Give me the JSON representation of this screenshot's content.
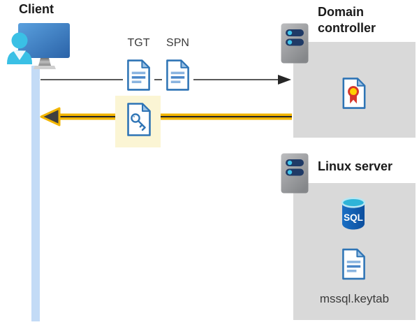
{
  "client": {
    "label": "Client"
  },
  "flow": {
    "tgt_label": "TGT",
    "spn_label": "SPN"
  },
  "domain_controller": {
    "label": "Domain controller"
  },
  "linux_server": {
    "label": "Linux server",
    "sql_icon_label": "SQL",
    "keytab_file_label": "mssql.keytab"
  },
  "colors": {
    "arrow_gray": "#595959",
    "arrowhead_dark": "#262626",
    "highlight_yellow": "#f2b500",
    "highlight_box_yellow": "#fbf5d4",
    "panel_gray": "#d9d9d9",
    "document_blue": "#2e74b5",
    "person_cyan": "#3ac0e5",
    "server_bar_navy": "#1f3a66",
    "lifeline_blue": "#c3dbf6",
    "certificate_red": "#d7352b",
    "certificate_gold": "#ffd100",
    "sql_body_blue": "#0f55a8"
  }
}
